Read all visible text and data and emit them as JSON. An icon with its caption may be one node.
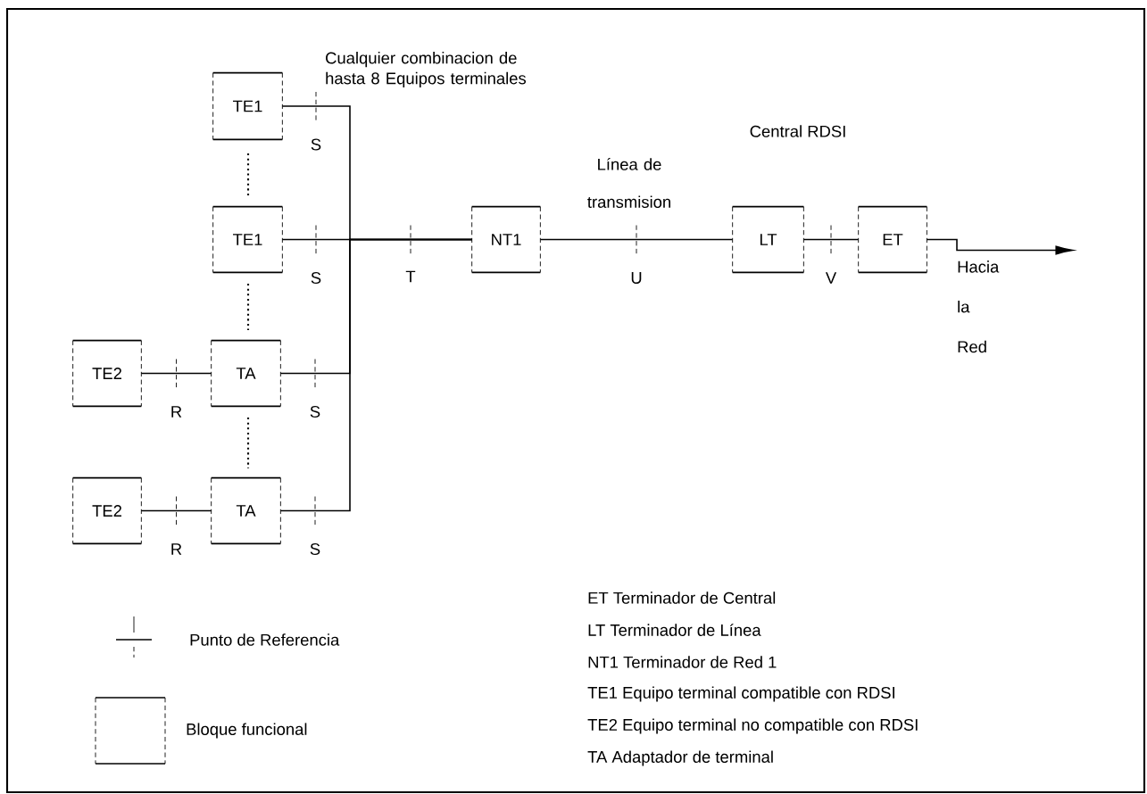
{
  "diagram": {
    "nodes": [
      {
        "text": [
          "TE1"
        ]
      },
      {
        "text": [
          "TE1"
        ]
      },
      {
        "text": [
          "TE2"
        ]
      },
      {
        "text": [
          "TA"
        ]
      },
      {
        "text": [
          "TE2"
        ]
      },
      {
        "text": [
          "TA"
        ]
      },
      {
        "text": [
          "NT1"
        ]
      },
      {
        "text": [
          "LT"
        ]
      },
      {
        "text": [
          "ET"
        ]
      }
    ],
    "edges": [
      {
        "from": 0,
        "to": 6,
        "arrow": "none",
        "label": "S"
      },
      {
        "from": 1,
        "to": 6,
        "arrow": "none",
        "label": "S"
      },
      {
        "from": 3,
        "to": 6,
        "arrow": "none",
        "label": "S"
      },
      {
        "from": 5,
        "to": 6,
        "arrow": "none",
        "label": "S"
      },
      {
        "from": 2,
        "to": 3,
        "arrow": "none",
        "label": "R"
      },
      {
        "from": 4,
        "to": 5,
        "arrow": "none",
        "label": "R"
      },
      {
        "from": 6,
        "to": 7,
        "arrow": "none",
        "label": "U"
      },
      {
        "from": 7,
        "to": 8,
        "arrow": "none",
        "label": "V"
      },
      {
        "from": 8,
        "to": null,
        "arrow": "to"
      }
    ],
    "labels": [
      "Cualquier combinacion de hasta 8 Equipos terminales",
      "Central RDSI",
      "Línea de transmision",
      "T",
      "Hacia la Red",
      "ET Terminador de Central",
      "LT Terminador de Línea",
      "NT1 Terminador de Red 1",
      "TE1 Equipo terminal compatible con RDSI",
      "TE2 Equipo terminal no compatible con RDSI",
      "TA Adaptador de terminal"
    ],
    "legend": [
      {
        "text": "Punto de Referencia"
      },
      {
        "text": "Bloque funcional"
      }
    ]
  }
}
